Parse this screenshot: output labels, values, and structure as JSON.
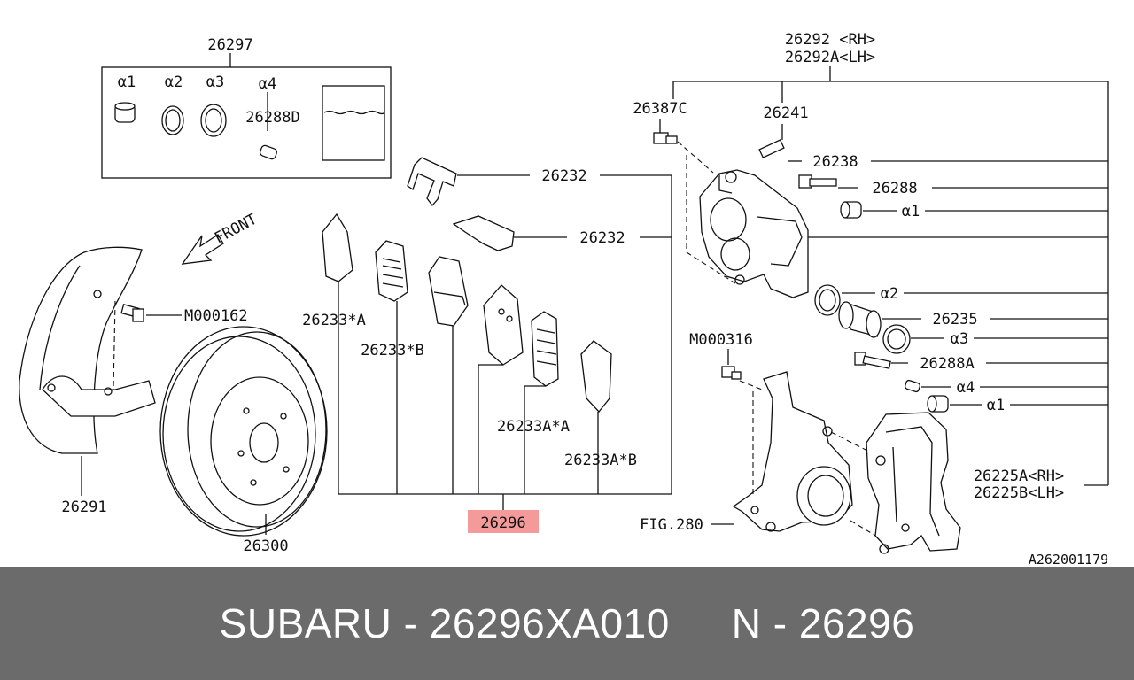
{
  "labels": {
    "p26297": "26297",
    "a1": "α1",
    "a2": "α2",
    "a3": "α3",
    "a4": "α4",
    "p26288D": "26288D",
    "p26232a": "26232",
    "p26232b": "26232",
    "front": "FRONT",
    "m000162": "M000162",
    "p26233A": "26233*A",
    "p26233B": "26233*B",
    "p26233AA": "26233A*A",
    "p26233AB": "26233A*B",
    "p26296": "26296",
    "p26291": "26291",
    "p26300": "26300",
    "p26292rh": "26292 <RH>",
    "p26292lh": "26292A<LH>",
    "p26387C": "26387C",
    "p26241": "26241",
    "p26238": "26238",
    "p26288": "26288",
    "r_a1": "α1",
    "r_a2": "α2",
    "p26235": "26235",
    "r_a3": "α3",
    "m000316": "M000316",
    "p26288A": "26288A",
    "r_a4": "α4",
    "r_a1b": "α1",
    "p26225A": "26225A<RH>",
    "p26225B": "26225B<LH>",
    "fig280": "FIG.280",
    "diagram_id": "A262001179"
  },
  "highlight_color": "#f59a9a",
  "footer": {
    "left": "SUBARU - 26296XA010",
    "right": "N - 26296"
  }
}
